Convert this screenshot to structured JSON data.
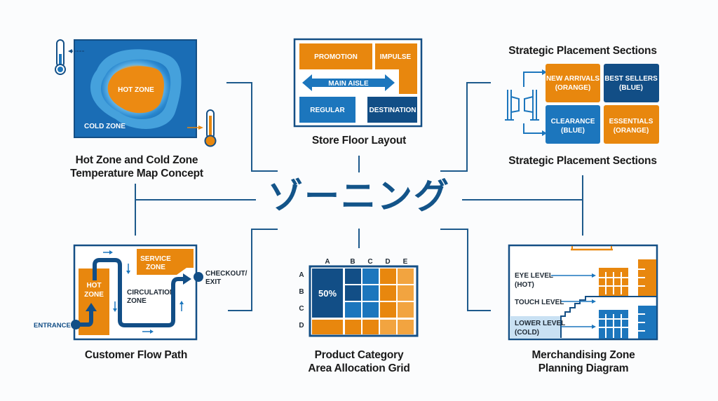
{
  "title": "ゾーニング",
  "colors": {
    "dark_blue": "#124e86",
    "mid_blue": "#1c76bd",
    "orange": "#e8870e",
    "light_orange": "#f2a440",
    "line": "#1d5a8c",
    "light_blue_fill": "#c9e1f3"
  },
  "panels": {
    "temperature_map": {
      "caption_line1": "Hot Zone and Cold Zone",
      "caption_line2": "Temperature Map Concept",
      "hot_label": "HOT ZONE",
      "cold_label": "COLD ZONE",
      "icons": [
        "thermometer-cold-icon",
        "thermometer-hot-icon"
      ]
    },
    "store_floor": {
      "caption": "Store Floor Layout",
      "zones": [
        "PROMOTION",
        "IMPULSE",
        "MAIN AISLE",
        "REGULAR",
        "DESTINATION"
      ]
    },
    "strategic_placement": {
      "heading": "Strategic Placement Sections",
      "caption": "Strategic Placement Sections",
      "cells": [
        {
          "line1": "NEW ARRIVALS",
          "line2": "(ORANGE)"
        },
        {
          "line1": "BEST SELLERS",
          "line2": "(BLUE)"
        },
        {
          "line1": "CLEARANCE",
          "line2": "(BLUE)"
        },
        {
          "line1": "ESSENTIALS",
          "line2": "(ORANGE)"
        }
      ],
      "icon": "entrance-gate-icon"
    },
    "customer_flow": {
      "caption": "Customer Flow Path",
      "entrance": "ENTRANCE",
      "checkout_line1": "CHECKOUT/",
      "checkout_line2": "EXIT",
      "hot_line1": "HOT",
      "hot_line2": "ZONE",
      "service_line1": "SERVICE",
      "service_line2": "ZONE",
      "circulation_line1": "CIRCULATION",
      "circulation_line2": "ZONE"
    },
    "allocation_grid": {
      "caption_line1": "Product Category",
      "caption_line2": "Area Allocation Grid",
      "columns": [
        "A",
        "B",
        "C",
        "D",
        "E"
      ],
      "rows": [
        "A",
        "B",
        "C",
        "D"
      ],
      "highlight_value": "50%"
    },
    "merchandising": {
      "caption_line1": "Merchandising Zone",
      "caption_line2": "Planning Diagram",
      "levels": [
        {
          "line1": "EYE LEVEL",
          "line2": "(HOT)"
        },
        {
          "line1": "TOUCH LEVEL",
          "line2": ""
        },
        {
          "line1": "LOWER LEVEL",
          "line2": "(COLD)"
        }
      ]
    }
  }
}
